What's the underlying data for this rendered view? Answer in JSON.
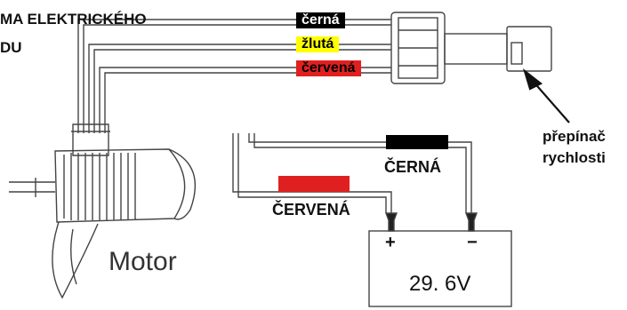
{
  "title": {
    "line1": "MA ELEKTRICKÉHO",
    "line2": "DU"
  },
  "wire_tags": [
    {
      "text": "černá",
      "bg": "#000000",
      "fg": "#ffffff"
    },
    {
      "text": "žlutá",
      "bg": "#ffff00",
      "fg": "#000000"
    },
    {
      "text": "červená",
      "bg": "#e02020",
      "fg": "#000000"
    }
  ],
  "switch_label": {
    "line1": "přepínač",
    "line2": "rychlosti"
  },
  "battery": {
    "black_label": "ČERNÁ",
    "black_color": "#000000",
    "red_label": "ČERVENÁ",
    "red_color": "#e02020",
    "plus": "+",
    "minus": "−",
    "voltage": "29. 6V"
  },
  "motor_label": "Motor"
}
